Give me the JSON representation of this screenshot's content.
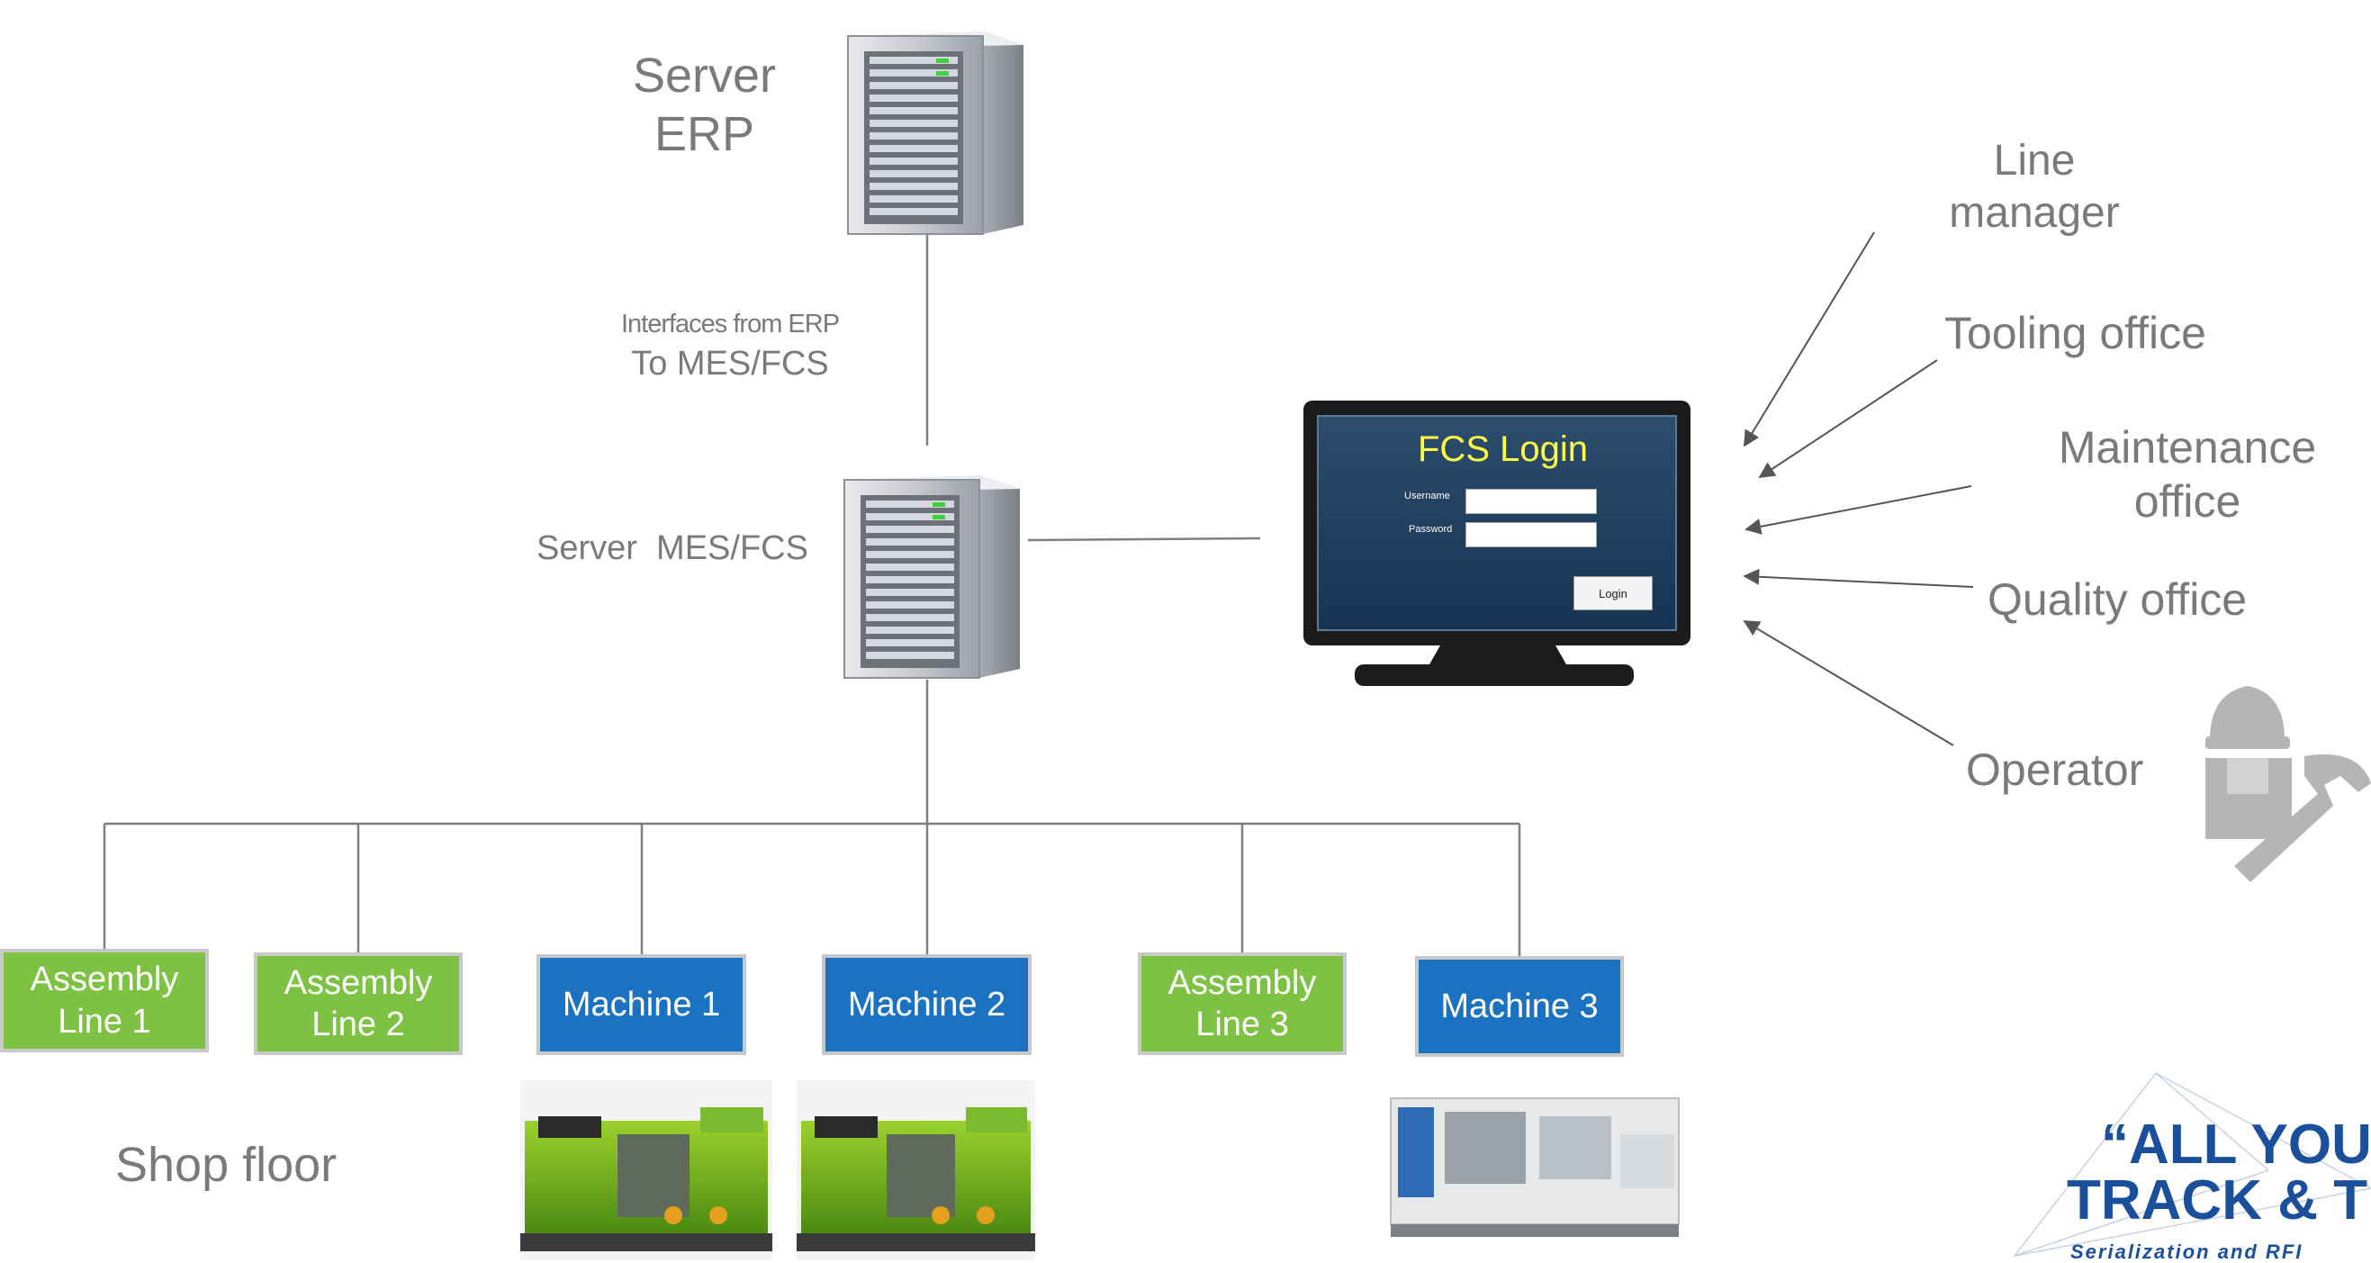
{
  "servers": {
    "erp_label": "Server\nERP",
    "mes_label": "Server  MES/FCS",
    "interface_label_line1": "Interfaces from ERP",
    "interface_label_line2": "To MES/FCS"
  },
  "login_screen": {
    "title": "FCS Login",
    "username_label": "Username",
    "password_label": "Password",
    "login_button": "Login"
  },
  "roles": {
    "line_manager": "Line\nmanager",
    "tooling_office": "Tooling office",
    "maintenance_office": "Maintenance\noffice",
    "quality_office": "Quality office",
    "operator": "Operator"
  },
  "shop_floor": {
    "label": "Shop floor",
    "units": [
      {
        "type": "assembly",
        "label": "Assembly\nLine 1"
      },
      {
        "type": "assembly",
        "label": "Assembly\nLine 2"
      },
      {
        "type": "machine",
        "label": "Machine 1"
      },
      {
        "type": "machine",
        "label": "Machine 2"
      },
      {
        "type": "assembly",
        "label": "Assembly\nLine 3"
      },
      {
        "type": "machine",
        "label": "Machine 3"
      }
    ]
  },
  "branding": {
    "tagline_line1": "“ALL YOU C",
    "tagline_line2": "TRACK & TR",
    "tagline_line3": "Serialization and RFI"
  },
  "colors": {
    "assembly": "#7dc242",
    "machine": "#1b72c0",
    "label_grey": "#7a7a7a",
    "line_grey": "#7f7f7f",
    "brand_blue": "#1a4f9c"
  },
  "icons": [
    "server-erp-icon",
    "server-mes-icon",
    "monitor-icon",
    "operator-wrench-icon",
    "injection-molding-machine-icon"
  ]
}
